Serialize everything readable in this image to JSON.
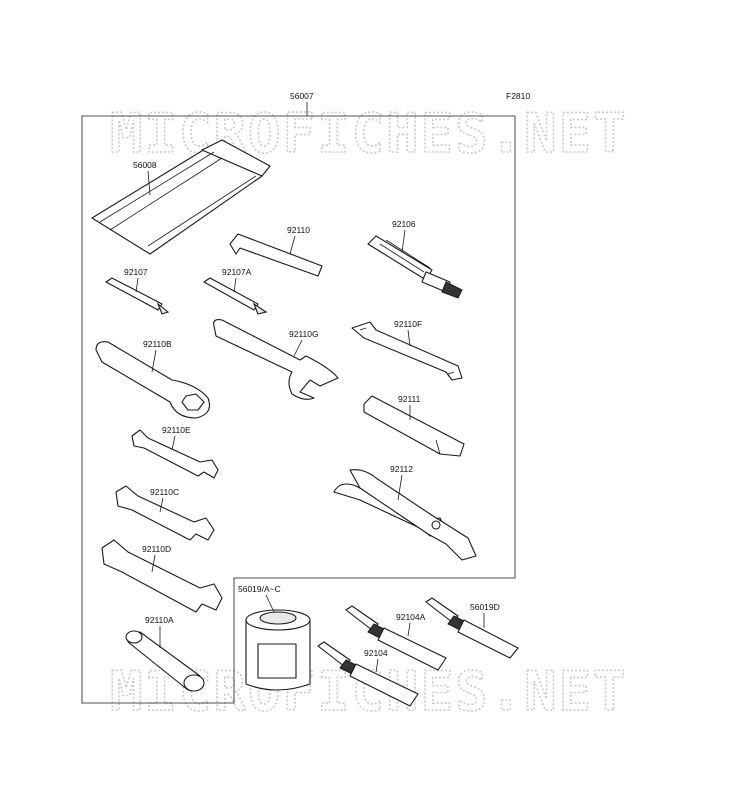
{
  "diagram_code": "F2810",
  "watermarks": [
    "MICROFICHES.NET",
    "MICROFICHES.NET"
  ],
  "parts": {
    "kit": "56007",
    "bag": "56008",
    "hex_key": "92110",
    "screwdriver_handle": "92106",
    "bit_flat": "92107",
    "bit_phillips": "92107A",
    "wrench_g": "92110G",
    "spanner_f": "92110F",
    "ring_wrench_b": "92110B",
    "bar_92111": "92111",
    "wrench_e": "92110E",
    "pliers": "92112",
    "wrench_c": "92110C",
    "wrench_d": "92110D",
    "oil_can": "56019/A~C",
    "tube_d": "56019D",
    "tube_a": "92104A",
    "tube_b": "92104",
    "box_wrench_a": "92110A"
  }
}
